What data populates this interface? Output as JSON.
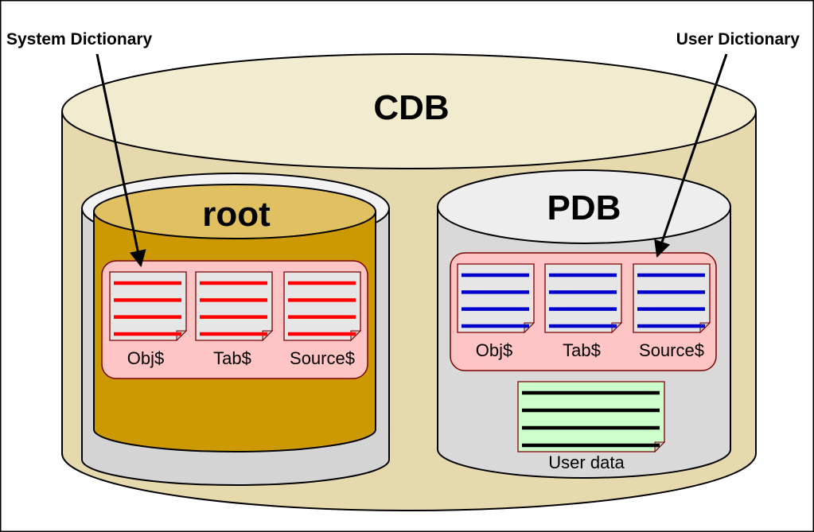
{
  "callouts": {
    "system_dictionary": "System Dictionary",
    "user_dictionary": "User Dictionary"
  },
  "cdb": {
    "label": "CDB"
  },
  "root": {
    "label": "root",
    "tables": [
      "Obj$",
      "Tab$",
      "Source$"
    ]
  },
  "pdb": {
    "label": "PDB",
    "tables": [
      "Obj$",
      "Tab$",
      "Source$"
    ],
    "user_data": "User data"
  },
  "colors": {
    "cdb_body": "#e7d9ae",
    "cdb_top": "#f1ebcf",
    "root_body": "#cc9900",
    "root_top": "#e0c060",
    "pdb_body": "#d9d9d9",
    "pdb_top": "#eeeeee",
    "dictionary_panel": "#ffc4c4",
    "root_lines": "#ff0000",
    "pdb_lines": "#0000cc",
    "user_data_page": "#ccffcc"
  }
}
